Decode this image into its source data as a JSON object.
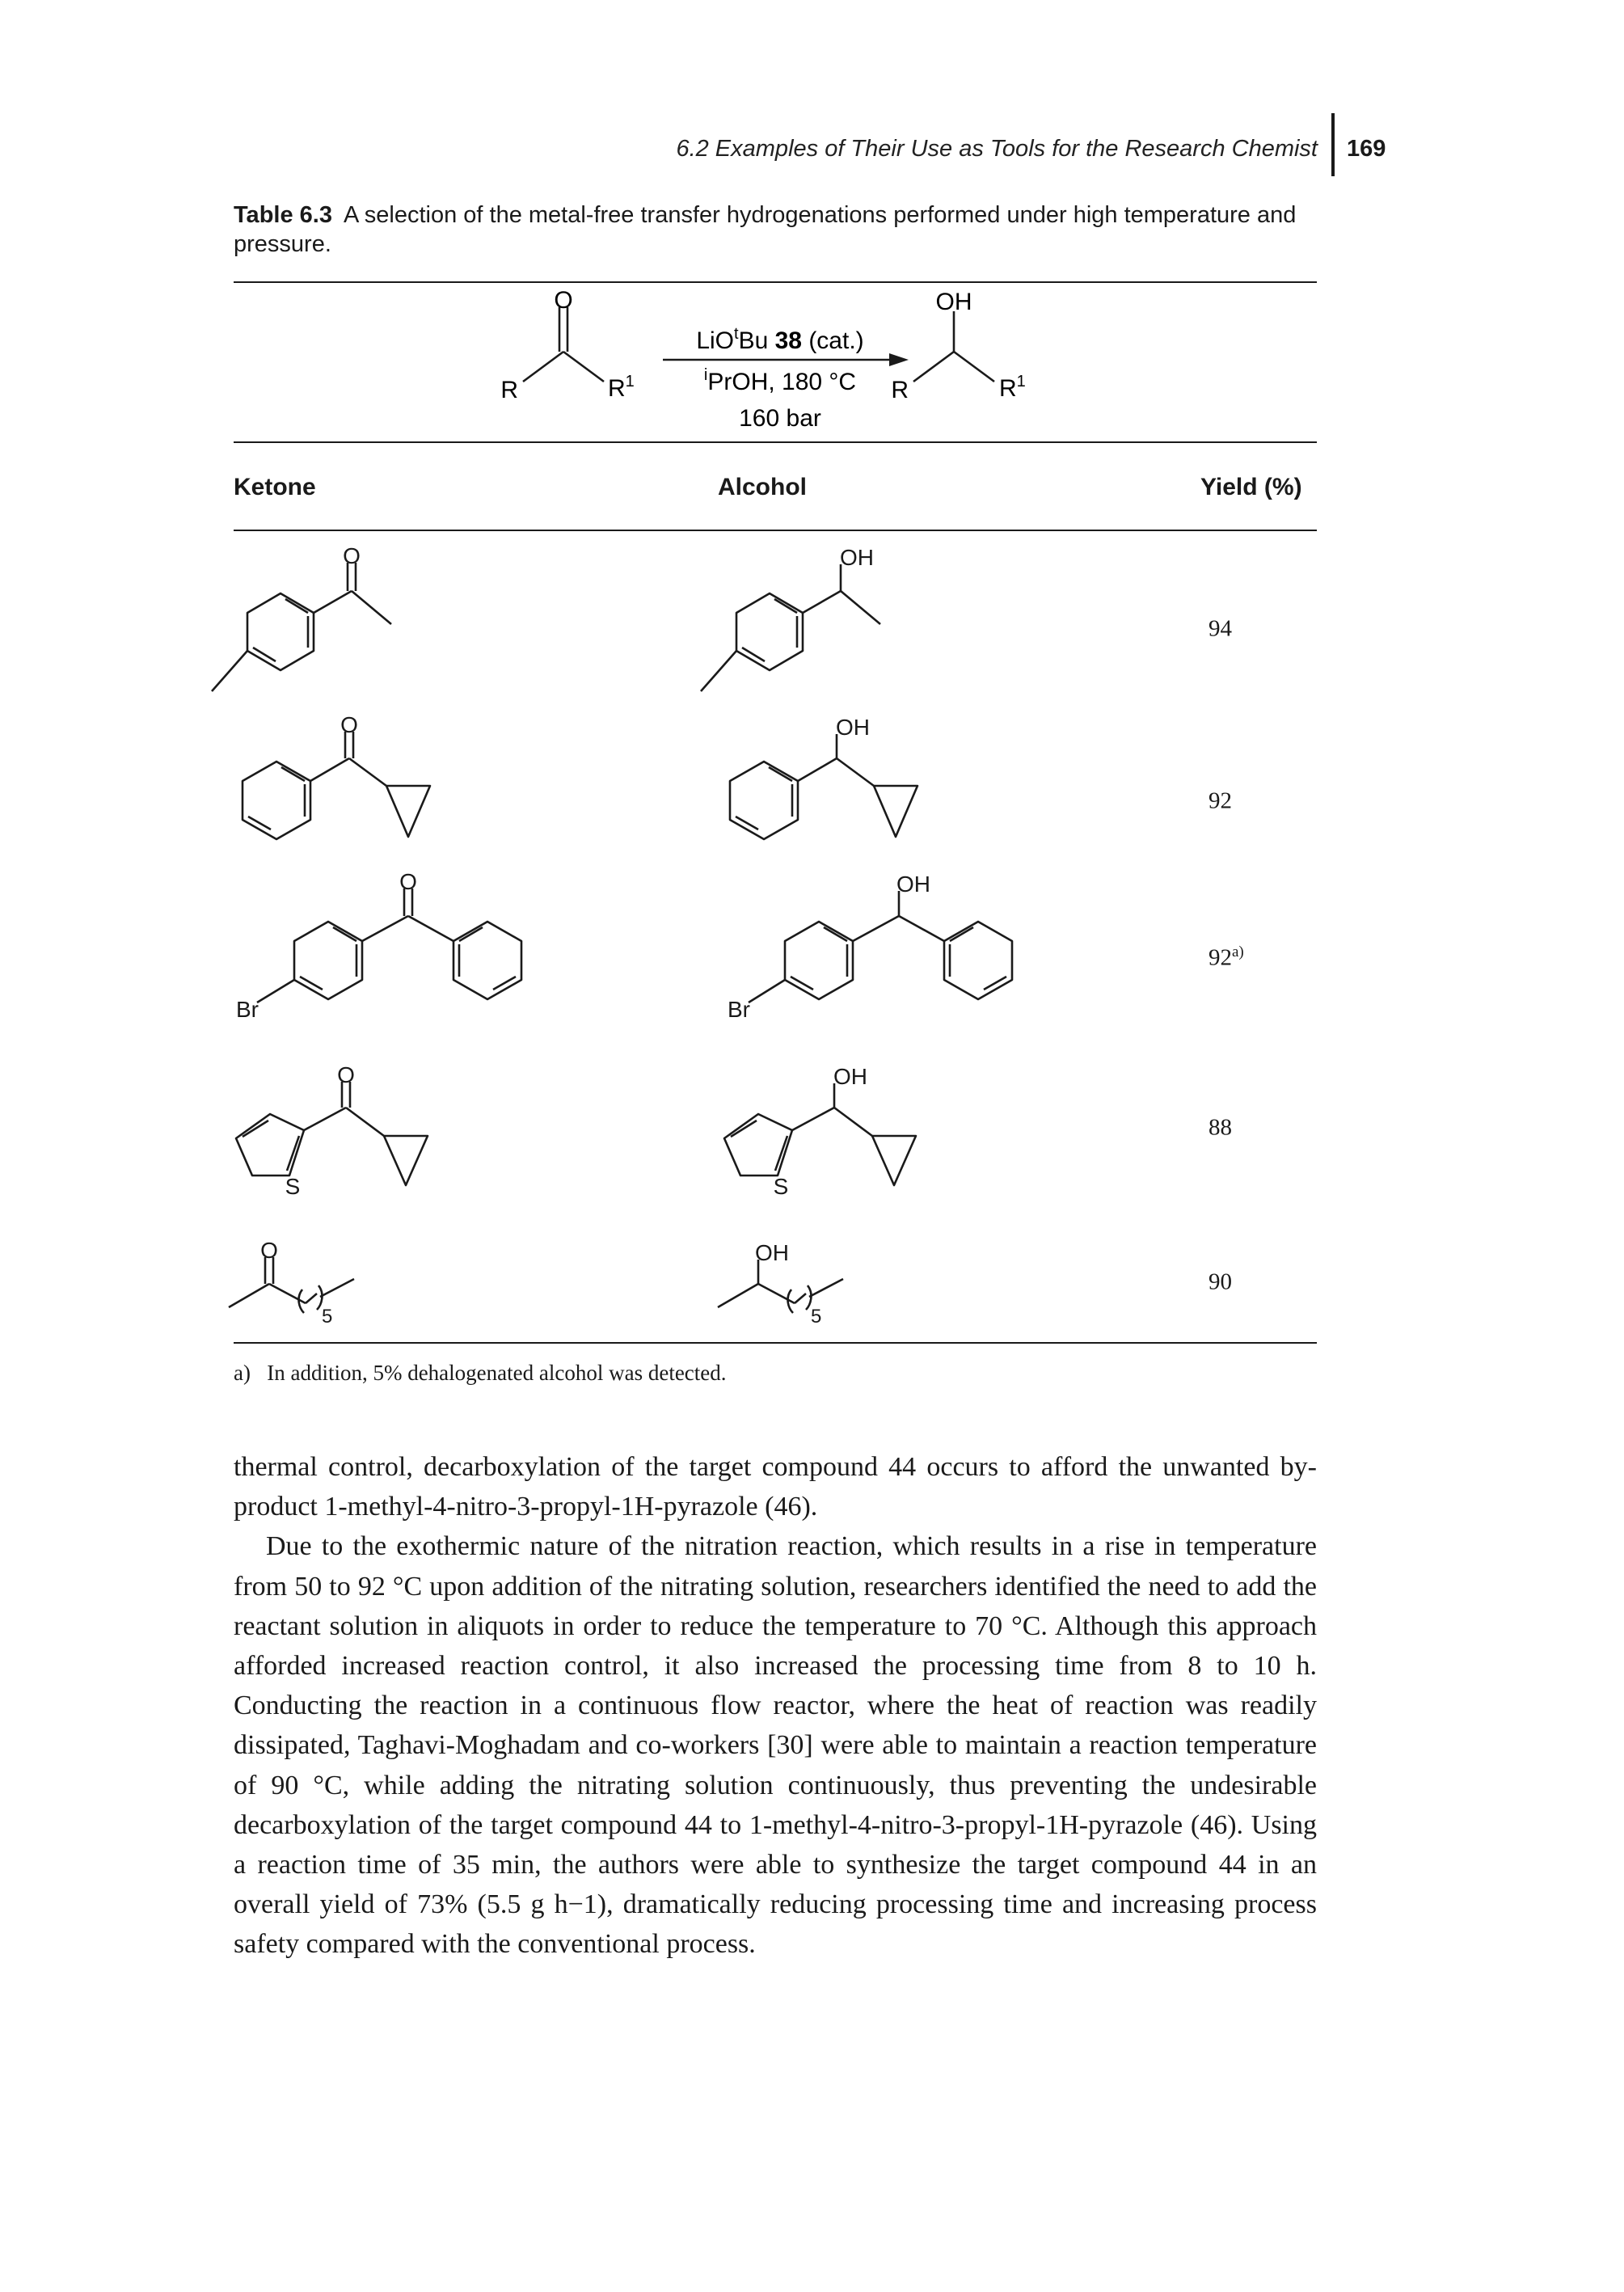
{
  "running_head": {
    "title": "6.2 Examples of Their Use as Tools for the Research Chemist",
    "page_number": "169"
  },
  "table": {
    "label": "Table 6.3",
    "caption": "A selection of the metal-free transfer hydrogenations performed under high temperature and pressure.",
    "scheme": {
      "reactant_o": "O",
      "product_oh": "OH",
      "r": "R",
      "r1_base": "R",
      "r1_sup": "1",
      "cond_1_pre": "LiO",
      "cond_1_sup": "t",
      "cond_1_mid": "Bu ",
      "cond_1_bold": "38",
      "cond_1_post": " (cat.)",
      "cond_2_sup": "i",
      "cond_2": "PrOH, 180 °C",
      "cond_3": "160 bar"
    },
    "columns": [
      "Ketone",
      "Alcohol",
      "Yield (%)"
    ],
    "rows": [
      {
        "yield": "94",
        "yield_note": ""
      },
      {
        "yield": "92",
        "yield_note": ""
      },
      {
        "yield": "92",
        "yield_note": "a)"
      },
      {
        "yield": "88",
        "yield_note": ""
      },
      {
        "yield": "90",
        "yield_note": ""
      }
    ],
    "atom_labels": {
      "o": "O",
      "oh": "OH",
      "br": "Br",
      "s": "S",
      "n5": "5"
    },
    "footnote": "a)   In addition, 5% dehalogenated alcohol was detected."
  },
  "body": {
    "p1": "thermal control, decarboxylation of the target compound 44 occurs to afford the unwanted by-product 1-methyl-4-nitro-3-propyl-1H-pyrazole (46).",
    "p2": "Due to the exothermic nature of the nitration reaction, which results in a rise in temperature from 50 to 92 °C upon addition of the nitrating solution, researchers identified the need to add the reactant solution in aliquots in order to reduce the temperature to 70 °C. Although this approach afforded increased reaction control, it also increased the processing time from 8 to 10 h. Conducting the reaction in a continuous flow reactor, where the heat of reaction was readily dissipated, Taghavi-Moghadam and co-workers [30] were able to maintain a reaction temperature of 90 °C, while adding the nitrating solution continuously, thus preventing the undesirable decarboxylation of the target compound 44 to 1-methyl-4-nitro-3-propyl-1H-pyrazole (46). Using a reaction time of 35 min, the authors were able to synthesize the target compound 44 in an overall yield of 73% (5.5 g h−1), dramatically reducing processing time and increasing process safety compared with the conventional process."
  }
}
